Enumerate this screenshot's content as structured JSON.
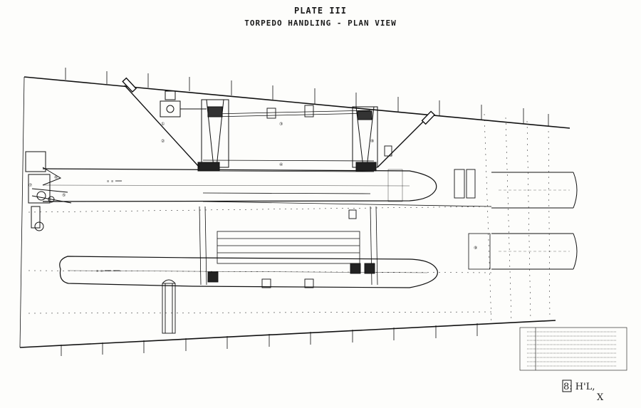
{
  "plate": {
    "title": "PLATE III",
    "subtitle": "TORPEDO HANDLING - PLAN VIEW"
  },
  "callouts": [
    "①",
    "②",
    "③",
    "④",
    "⑤",
    "⑥",
    "⑦",
    "⑧",
    "⑨"
  ],
  "legend_rows": 10,
  "stamp_text": "8: H'L,",
  "stamp_mark": "X"
}
